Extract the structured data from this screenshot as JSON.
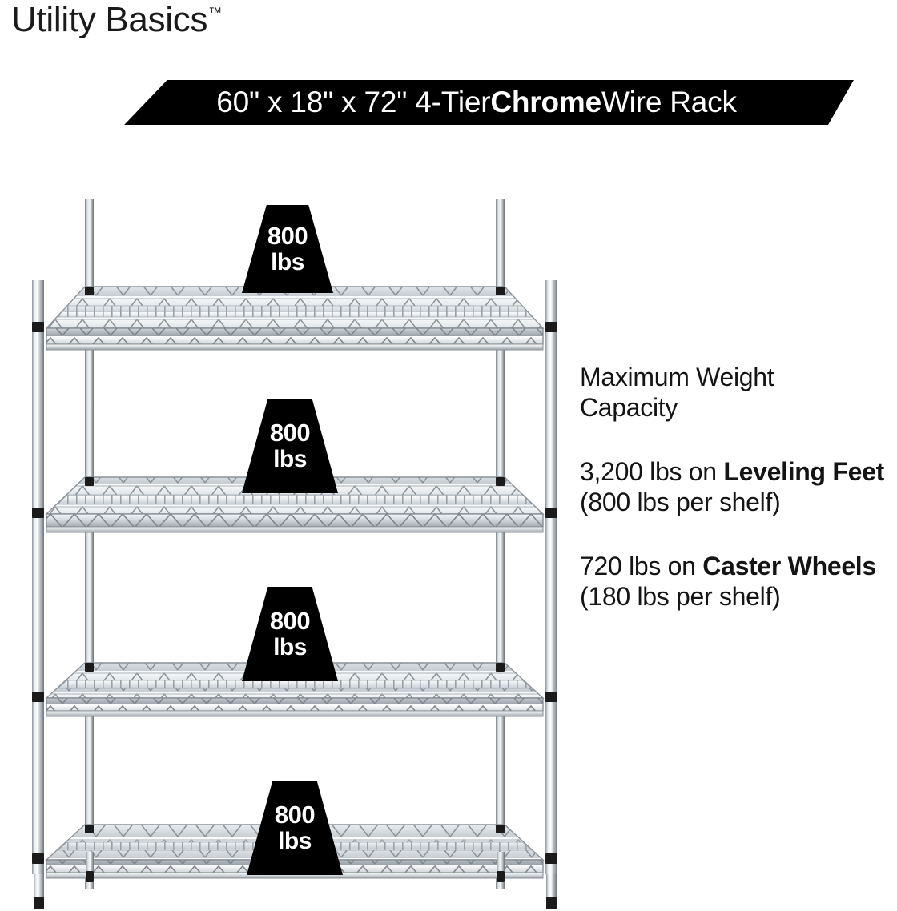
{
  "brand": {
    "name": "Utility Basics",
    "trademark": "™"
  },
  "banner": {
    "prefix": "60\" x 18\" x 72\" 4-Tier ",
    "emphasis": "Chrome",
    "suffix": " Wire Rack",
    "background_color": "#000000",
    "text_color": "#ffffff"
  },
  "product": {
    "type": "4-tier chrome wire shelving rack",
    "width_in": "60\"",
    "depth_in": "18\"",
    "height_in": "72\"",
    "tiers": 4,
    "finish": "Chrome",
    "feet_type": "Leveling Feet"
  },
  "shelf_badges": [
    {
      "number": "800",
      "unit": "lbs"
    },
    {
      "number": "800",
      "unit": "lbs"
    },
    {
      "number": "800",
      "unit": "lbs"
    },
    {
      "number": "800",
      "unit": "lbs"
    }
  ],
  "capacity": {
    "heading_line1": "Maximum Weight",
    "heading_line2": "Capacity",
    "leveling": {
      "total": "3,200 lbs on ",
      "bold": "Leveling Feet",
      "detail": " (800 lbs per shelf)"
    },
    "caster": {
      "total": "720 lbs on ",
      "bold": "Caster Wheels",
      "detail": " (180 lbs per shelf)"
    }
  },
  "colors": {
    "background": "#ffffff",
    "text": "#141414",
    "accent": "#000000",
    "chrome_light": "#f2f4f6",
    "chrome_mid": "#c3c9cf",
    "chrome_dark": "#6e757c",
    "collar": "#1b1b1b"
  }
}
